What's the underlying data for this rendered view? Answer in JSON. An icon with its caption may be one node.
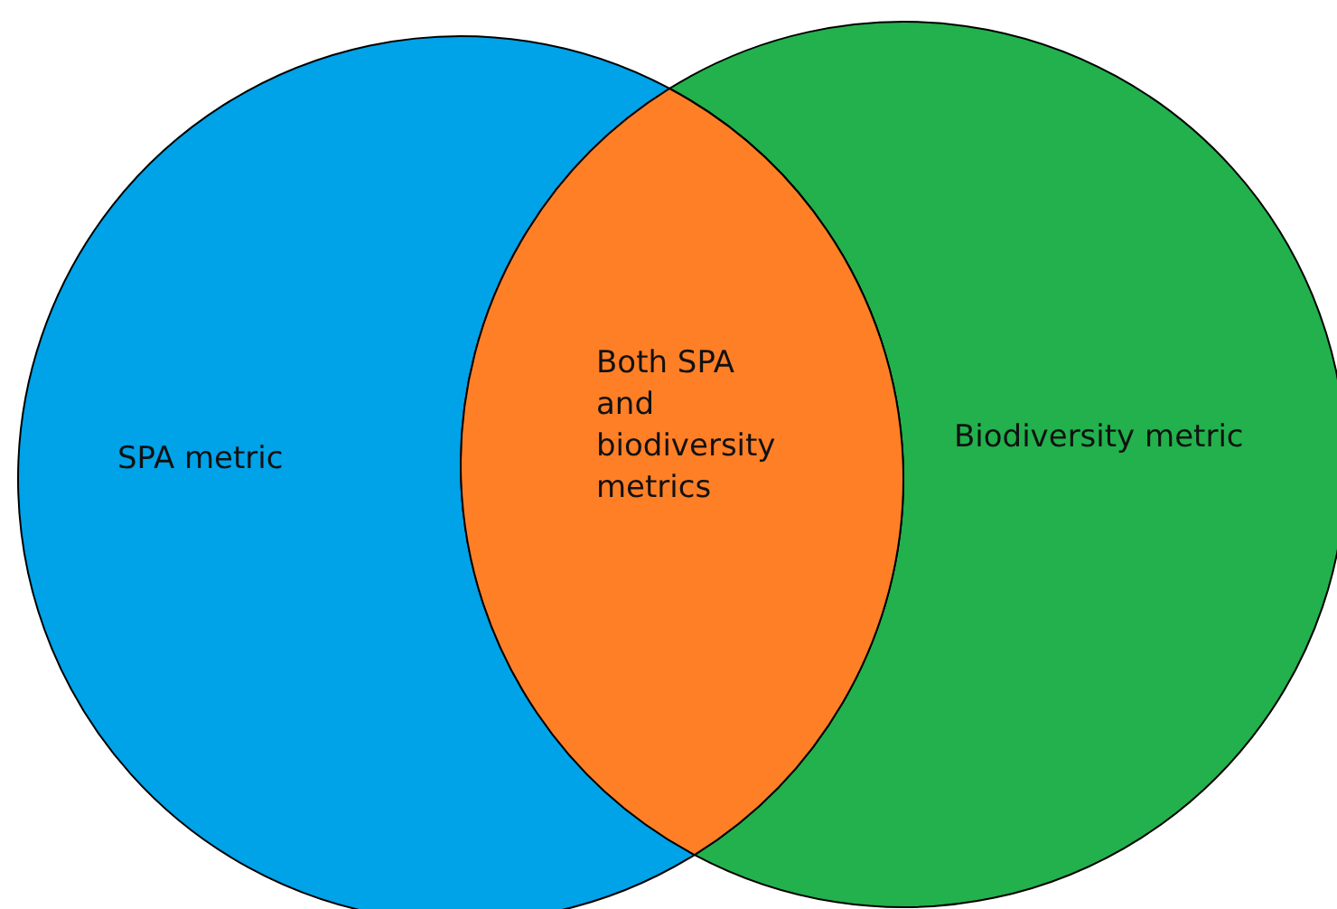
{
  "diagram": {
    "nodes": [
      {
        "text": [
          "SPA metric"
        ]
      },
      {
        "text": [
          "Biodiversity metric"
        ]
      },
      {
        "text": [
          "Both SPA and biodiversity metrics"
        ]
      }
    ],
    "edges": []
  }
}
